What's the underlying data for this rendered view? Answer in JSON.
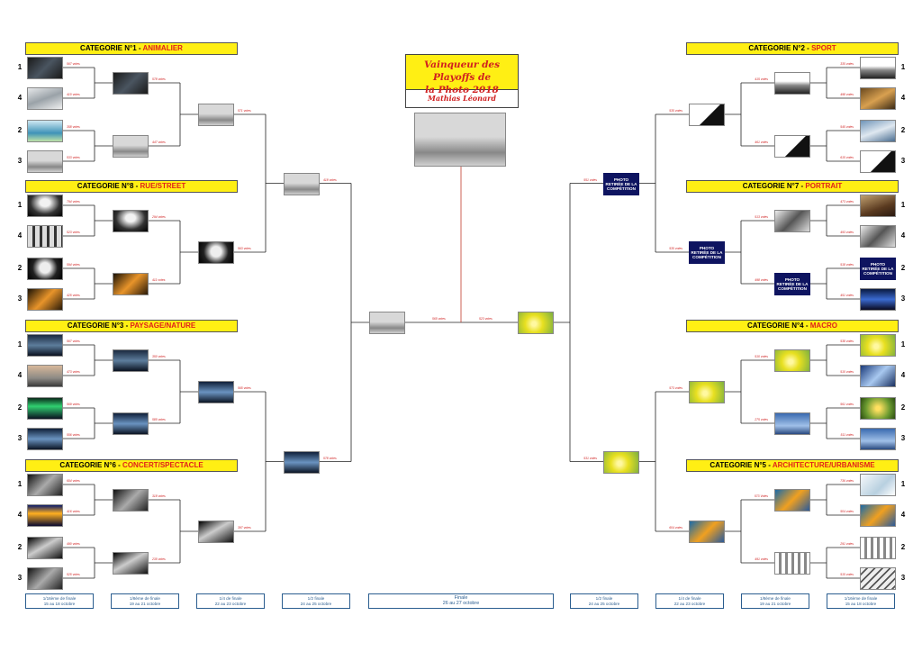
{
  "winner": {
    "title_line1": "Vainqueur des Playoffs de",
    "title_line2": "la Photo 2018",
    "name": "Mathias Léonard"
  },
  "categories": [
    {
      "prefix": "CATEGORIE N°1 - ",
      "name": "ANIMALIER"
    },
    {
      "prefix": "CATEGORIE N°8 - ",
      "name": "RUE/STREET"
    },
    {
      "prefix": "CATEGORIE N°3 - ",
      "name": "PAYSAGE/NATURE"
    },
    {
      "prefix": "CATEGORIE N°6 - ",
      "name": "CONCERT/SPECTACLE"
    },
    {
      "prefix": "CATEGORIE N°2 - ",
      "name": "SPORT"
    },
    {
      "prefix": "CATEGORIE N°7 - ",
      "name": "PORTRAIT"
    },
    {
      "prefix": "CATEGORIE N°4 - ",
      "name": "MACRO"
    },
    {
      "prefix": "CATEGORIE N°5 - ",
      "name": "ARCHITECTURE/URBANISME"
    }
  ],
  "seeds": [
    "1",
    "4",
    "2",
    "3"
  ],
  "retired_label": {
    "l1": "PHOTO",
    "l2": "RETIRÉE DE LA",
    "l3": "COMPÉTITION"
  },
  "votes": {
    "L1": [
      "567 votes",
      "410 votes",
      "358 votes",
      "533 votes",
      "794 votes",
      "523 votes",
      "594 votes",
      "425 votes",
      "567 votes",
      "473 votes",
      "569 votes",
      "556 votes",
      "604 votes",
      "416 votes",
      "490 votes",
      "525 votes"
    ],
    "L2": [
      "578 votes",
      "447 votes",
      "294 votes",
      "411 votes",
      "350 votes",
      "585 votes",
      "318 votes",
      "235 votes"
    ],
    "L3": [
      "571 votes",
      "563 votes",
      "565 votes",
      "397 votes"
    ],
    "L4": [
      "418 votes",
      "578 votes"
    ],
    "final": [
      "565 votes",
      "523 votes"
    ],
    "R4": [
      "551 votes",
      "531 votes"
    ],
    "R3": [
      "535 votes",
      "535 votes",
      "573 votes",
      "604 votes"
    ],
    "R2": [
      "415 votes",
      "461 votes",
      "513 votes",
      "498 votes",
      "510 votes",
      "275 votes",
      "573 Votes",
      "491 votes"
    ],
    "R1": [
      "335 votes",
      "498 votes",
      "545 votes",
      "615 votes",
      "473 votes",
      "493 votes",
      "518 votes",
      "451 votes",
      "538 votes",
      "510 votes",
      "561 votes",
      "511 votes",
      "736 votes",
      "504 votes",
      "291 votes",
      "515 votes"
    ]
  },
  "rounds": [
    {
      "label": "1/16ème de finale",
      "dates": "15 au 18 octobre"
    },
    {
      "label": "1/8ème de finale",
      "dates": "19 au 21 octobre"
    },
    {
      "label": "1/4 de finale",
      "dates": "22 au 23 octobre"
    },
    {
      "label": "1/2 finale",
      "dates": "24 au 25 octobre"
    },
    {
      "label": "Finale",
      "dates": "26 au 27 octobre"
    },
    {
      "label": "1/2 finale",
      "dates": "24 au 25 octobre"
    },
    {
      "label": "1/4 de finale",
      "dates": "22 au 23 octobre"
    },
    {
      "label": "1/8ème de finale",
      "dates": "19 au 21 octobre"
    },
    {
      "label": "1/16ème de finale",
      "dates": "15 au 18 octobre"
    }
  ],
  "colors": {
    "accent_yellow": "#ffef14",
    "category_red": "#e0201a",
    "vote_red": "#d02020",
    "retired_navy": "#0e1460",
    "round_blue": "#2a5d8f",
    "line_dark": "#222222",
    "winner_line": "#c0392b"
  }
}
